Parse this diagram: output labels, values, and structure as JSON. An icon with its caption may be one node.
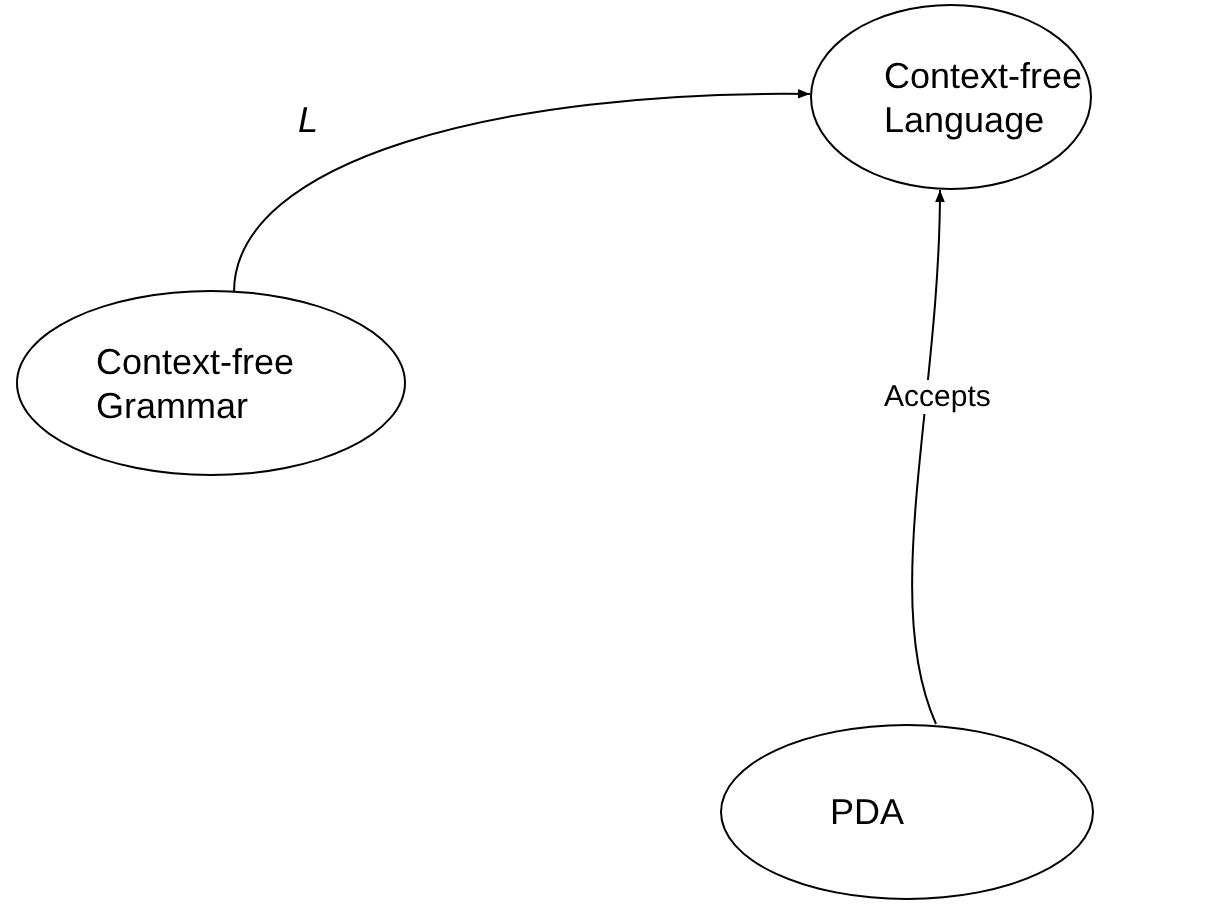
{
  "diagram": {
    "nodes": [
      {
        "text": [
          "Context-free Language"
        ]
      },
      {
        "text": [
          "Context-free Grammar"
        ]
      },
      {
        "text": [
          "PDA"
        ]
      }
    ],
    "edges": [
      {
        "from": 1,
        "to": 0,
        "arrow": "to",
        "label": "L"
      },
      {
        "from": 2,
        "to": 0,
        "arrow": "to",
        "label": "Accepts"
      }
    ]
  }
}
